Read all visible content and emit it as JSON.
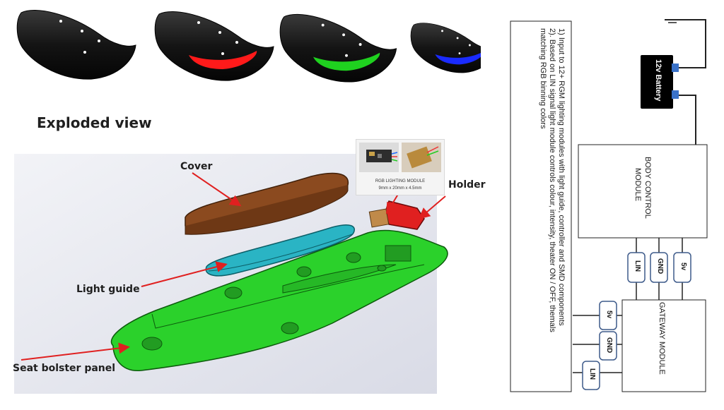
{
  "title": "Exploded view",
  "labels": {
    "cover": "Cover",
    "holder": "Holder",
    "light_guide": "Light guide",
    "seat_bolster": "Seat bolster panel"
  },
  "module_card": {
    "name": "RGB LIGHTING MODULE",
    "dimensions": "9mm x 20mm x 4.5mm"
  },
  "notes": {
    "line1": "1) Input to 12+ RGM lighting modules with light guide, controller and SMD components",
    "line2": "2). Based on LIN signal light module controls colour, intensity, theater ON / OFF, themals",
    "line3": "matching RGB binning colors"
  },
  "battery": "12v Battery",
  "body_control": {
    "line1": "BODY CONTROL",
    "line2": "MODULE"
  },
  "gateway": "GATEWAY MODULE",
  "bcm_pins": [
    "LIN",
    "GND",
    "5v"
  ],
  "gw_pins": [
    "5v",
    "GND",
    "LIN"
  ],
  "colors": {
    "led_states": [
      "#000000",
      "#ff1a1a",
      "#1fd11f",
      "#1a2bff"
    ],
    "cover": "#8b4a1f",
    "light_guide": "#2ab4c4",
    "panel": "#2bd12b",
    "holder": "#e02020",
    "arrow": "#e02020",
    "pin_border": "#3d5a8a"
  }
}
